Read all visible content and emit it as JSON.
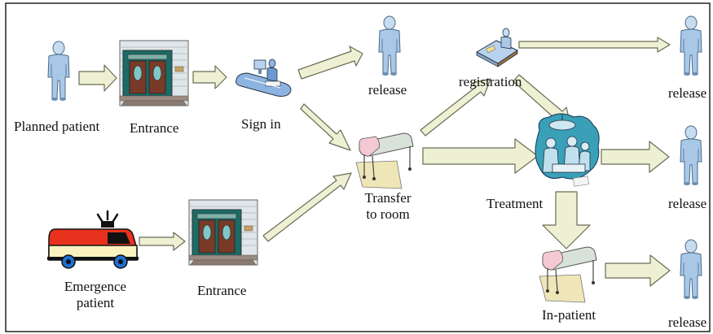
{
  "labels": {
    "planned_patient": "Planned patient",
    "entrance_top": "Entrance",
    "sign_in": "Sign in",
    "release_top": "release",
    "registration": "registration",
    "release_right_top": "release",
    "transfer_line1": "Transfer",
    "transfer_line2": "to room",
    "treatment": "Treatment",
    "release_right_mid": "release",
    "emergence_line1": "Emergence",
    "emergence_line2": "patient",
    "entrance_bottom": "Entrance",
    "in_patient": "In-patient",
    "release_bottom": "release"
  },
  "colors": {
    "arrow_fill": "#eef0d4",
    "arrow_stroke": "#6b6b55",
    "person": "#a9c8e8",
    "ambulance_red": "#e8321e",
    "ambulance_body": "#fbf3bf",
    "bed": "#d8e0d0",
    "pillow": "#f4c9d4"
  }
}
